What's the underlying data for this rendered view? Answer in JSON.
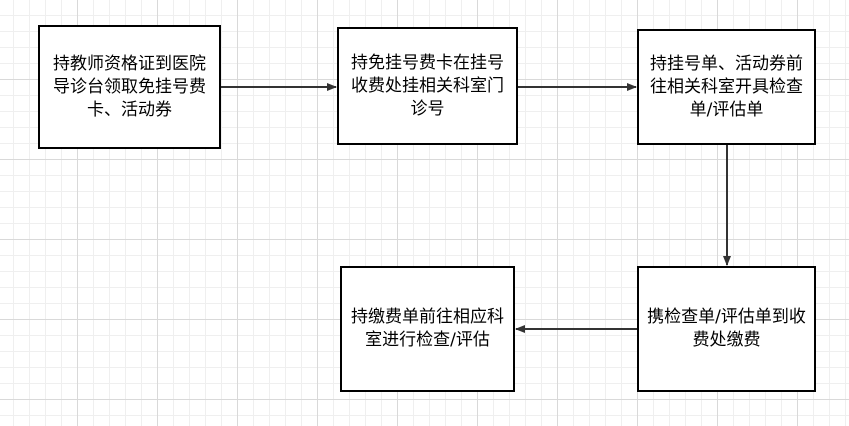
{
  "nodes": {
    "n1": "持教师资格证到医院导诊台领取免挂号费卡、活动券",
    "n2": "持免挂号费卡在挂号收费处挂相关科室门诊号",
    "n3": "持挂号单、活动券前往相关科室开具检查单/评估单",
    "n4": "携检查单/评估单到收费处缴费",
    "n5": "持缴费单前往相应科室进行检查/评估"
  },
  "colors": {
    "line": "#333333",
    "border": "#000000",
    "grid_major": "#d9d9d9",
    "grid_minor": "#efefef"
  }
}
